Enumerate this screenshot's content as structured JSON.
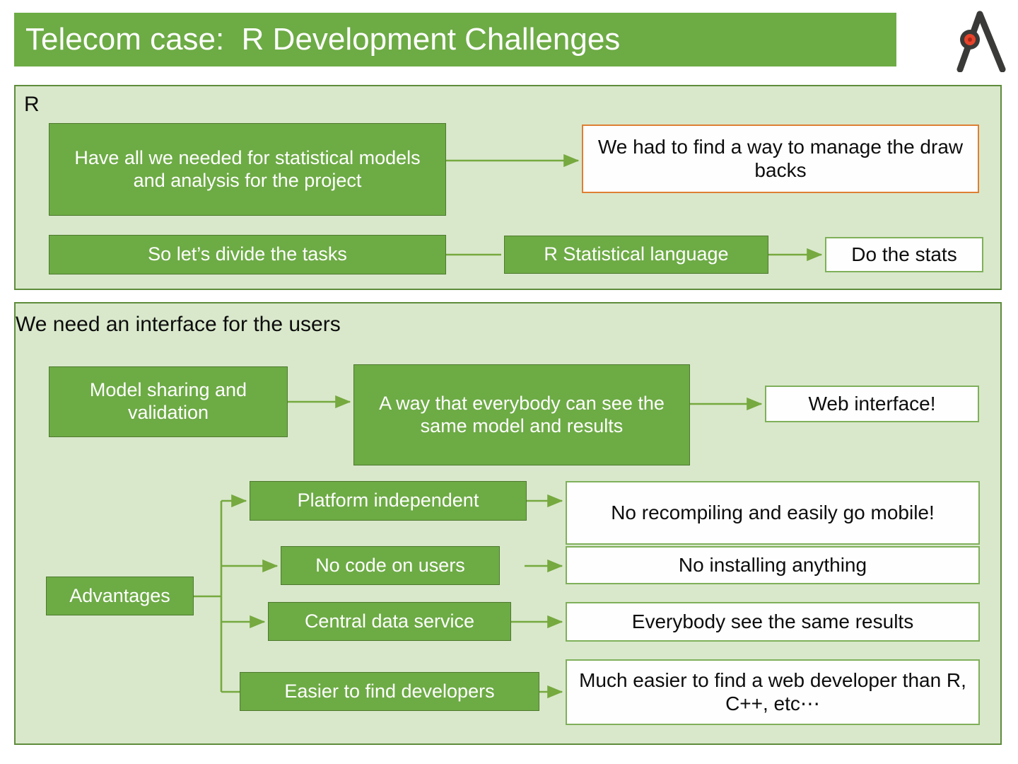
{
  "slide": {
    "title": "Telecom case:  R Development Challenges",
    "logo_icon": "peak-with-red-dot-logo",
    "accent_green": "#6DAB45",
    "panel_background": "#D9E8CB",
    "panel_border": "#5E8C3C",
    "orange_accent": "#DE7F33",
    "white_box_border": "#7FB05A"
  },
  "panels": [
    {
      "label": "R",
      "boxes": [
        {
          "name": "have-all-we-needed",
          "style": "green",
          "text": "Have all we needed for statistical models and analysis for the project"
        },
        {
          "name": "so-lets-divide-the-tasks",
          "style": "green",
          "text": "So let’s divide the tasks"
        },
        {
          "name": "manage-draw-backs",
          "style": "white-orange",
          "text": "We had to find a way to manage the draw backs"
        },
        {
          "name": "r-statistical-language",
          "style": "green",
          "text": "R Statistical language"
        },
        {
          "name": "do-the-stats",
          "style": "white",
          "text": "Do the stats"
        }
      ]
    },
    {
      "label": "We need an interface for the users",
      "boxes": [
        {
          "name": "model-sharing-and-validation",
          "style": "green",
          "text": "Model sharing and validation"
        },
        {
          "name": "a-way-everybody-same-model",
          "style": "green",
          "text": "A way that everybody can see the same model and results"
        },
        {
          "name": "web-interface",
          "style": "white",
          "text": "Web interface!"
        },
        {
          "name": "advantages",
          "style": "green",
          "text": "Advantages"
        },
        {
          "name": "platform-independent",
          "style": "green",
          "text": "Platform independent"
        },
        {
          "name": "no-code-on-users",
          "style": "green",
          "text": "No code on users"
        },
        {
          "name": "central-data-service",
          "style": "green",
          "text": "Central data service"
        },
        {
          "name": "easier-to-find-developers",
          "style": "green",
          "text": "Easier to find developers"
        },
        {
          "name": "no-recompiling-go-mobile",
          "style": "white",
          "text": "No recompiling and easily go mobile!"
        },
        {
          "name": "no-installing-anything",
          "style": "white",
          "text": "No installing anything"
        },
        {
          "name": "everybody-see-same-results",
          "style": "white",
          "text": "Everybody see the same results"
        },
        {
          "name": "much-easier-web-developer",
          "style": "white",
          "text": "Much easier to find a web developer than R, C++, etc⋯"
        }
      ]
    }
  ]
}
